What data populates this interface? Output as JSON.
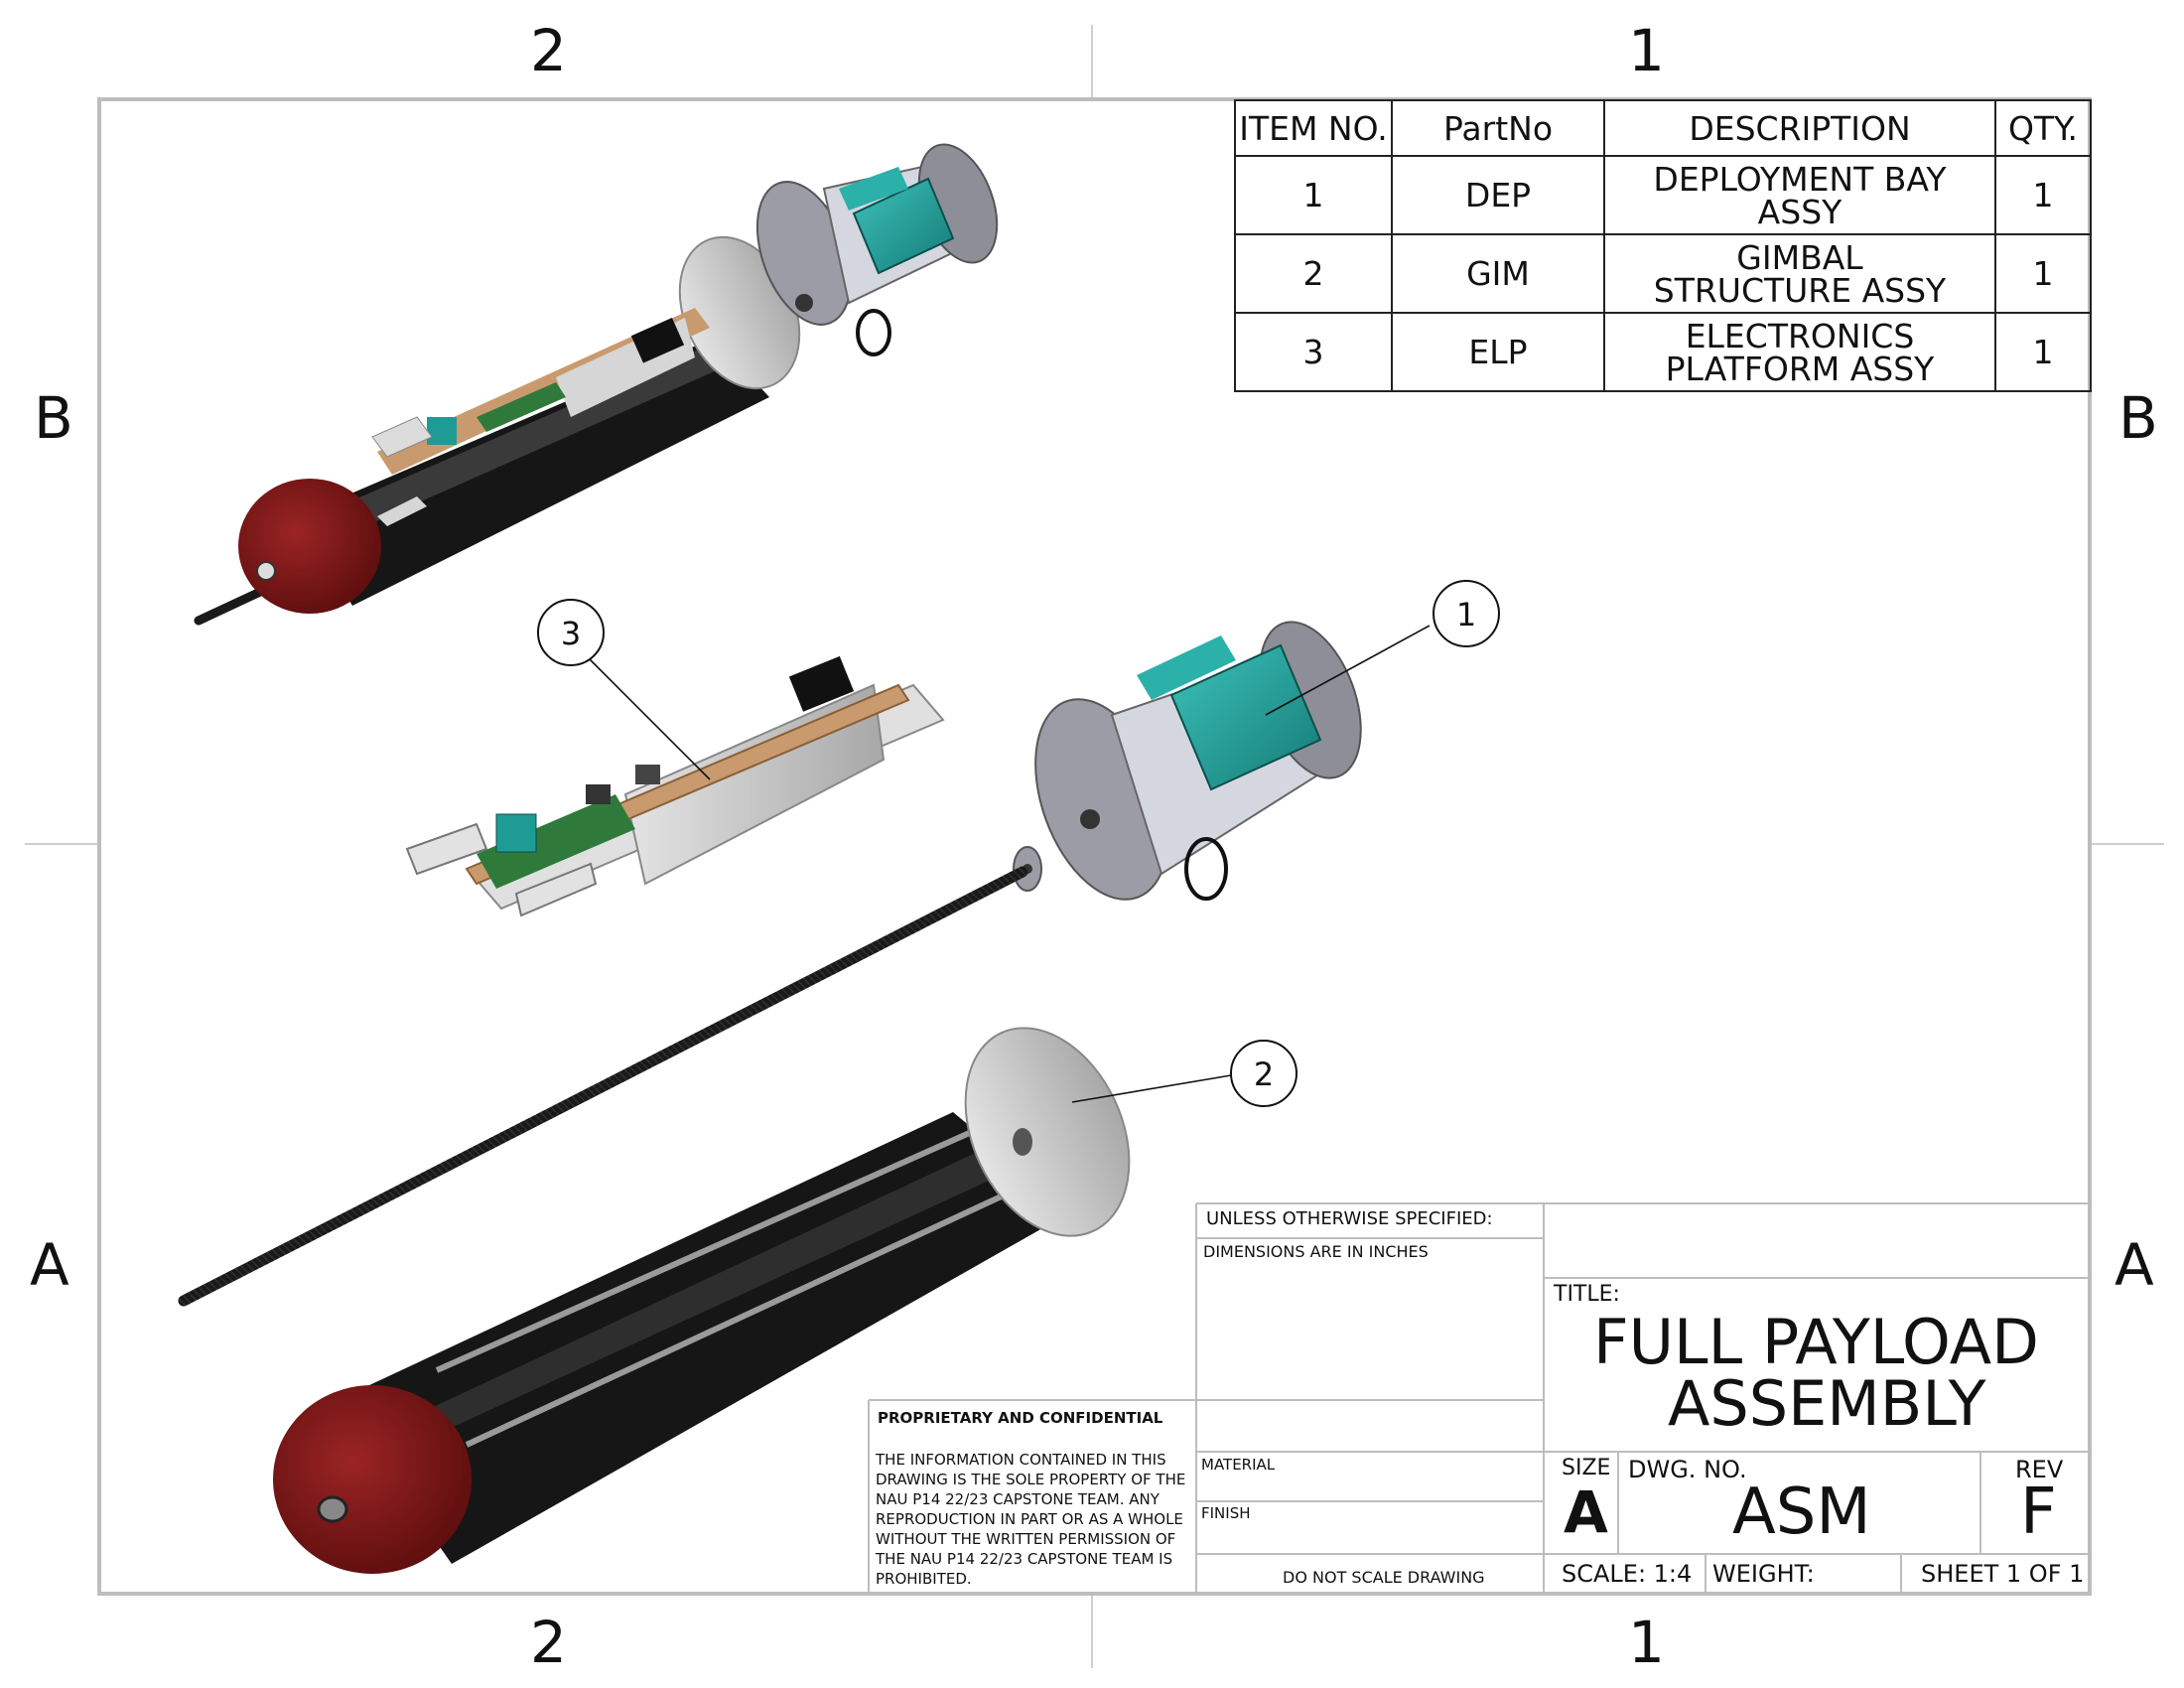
{
  "zones": {
    "top": [
      "2",
      "1"
    ],
    "bottom": [
      "2",
      "1"
    ],
    "left": [
      "B",
      "A"
    ],
    "right": [
      "B",
      "A"
    ]
  },
  "bom": {
    "headers": [
      "ITEM NO.",
      "PartNo",
      "DESCRIPTION",
      "QTY."
    ],
    "rows": [
      {
        "item": "1",
        "part": "DEP",
        "desc": "DEPLOYMENT BAY ASSY",
        "qty": "1"
      },
      {
        "item": "2",
        "part": "GIM",
        "desc": "GIMBAL STRUCTURE ASSY",
        "qty": "1"
      },
      {
        "item": "3",
        "part": "ELP",
        "desc": "ELECTRONICS PLATFORM ASSY",
        "qty": "1"
      }
    ]
  },
  "balloons": [
    "3",
    "1",
    "2"
  ],
  "title_block": {
    "unless": "UNLESS OTHERWISE SPECIFIED:",
    "dimensions": "DIMENSIONS ARE IN INCHES",
    "title_label": "TITLE:",
    "title_line1": "FULL PAYLOAD",
    "title_line2": "ASSEMBLY",
    "proprietary_heading": "PROPRIETARY AND CONFIDENTIAL",
    "proprietary_body": "THE INFORMATION CONTAINED IN THIS DRAWING IS THE SOLE PROPERTY OF THE NAU P14 22/23 CAPSTONE TEAM.  ANY REPRODUCTION IN PART OR AS A WHOLE WITHOUT THE WRITTEN PERMISSION OF THE NAU P14 22/23 CAPSTONE TEAM IS PROHIBITED.",
    "material": "MATERIAL",
    "finish": "FINISH",
    "do_not_scale": "DO NOT SCALE DRAWING",
    "size_label": "SIZE",
    "size": "A",
    "dwg_no_label": "DWG.  NO.",
    "dwg_no": "ASM",
    "rev_label": "REV",
    "rev": "F",
    "scale": "SCALE: 1:4",
    "weight": "WEIGHT:",
    "sheet": "SHEET 1 OF 1"
  },
  "colors": {
    "frame": "#bdbdbd",
    "red_cap": "#7a1414",
    "teal": "#1f9b95",
    "body_black": "#161616",
    "grey_disk": "#c8c8c8",
    "copper": "#c99a6e",
    "pcb_green": "#2f7a3a"
  }
}
